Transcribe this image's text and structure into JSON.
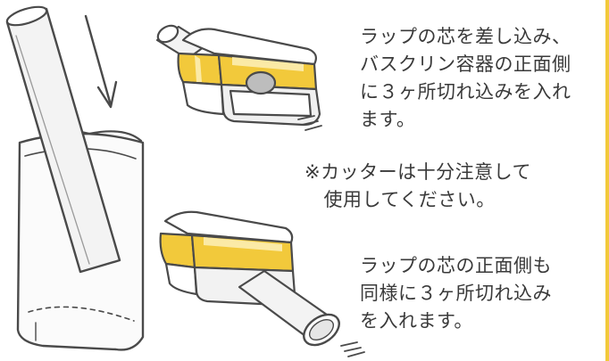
{
  "captions": {
    "step1": "ラップの芯を差し込み、\nバスクリン容器の正面側\nに３ヶ所切れ込みを入れ\nます。",
    "caution": "※カッターは十分注意して\n　使用してください。",
    "step2": "ラップの芯の正面側も\n同様に３ヶ所切れ込み\nを入れます。"
  },
  "colors": {
    "text": "#3a3a3a",
    "line": "#4a4a4a",
    "accent_yellow": "#f2c93b",
    "light_yellow": "#fbeaa6",
    "tube_fill": "#f1f1f1",
    "hole_grey": "#bdbdbd"
  }
}
